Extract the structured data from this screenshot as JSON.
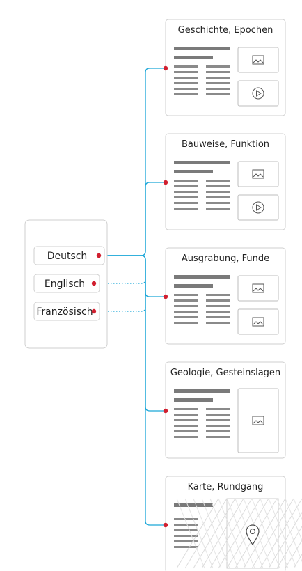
{
  "languages": [
    {
      "label": "Deutsch",
      "active": true
    },
    {
      "label": "Englisch",
      "active": false
    },
    {
      "label": "Französisch",
      "active": false
    }
  ],
  "cards": [
    {
      "title": "Geschichte, Epochen",
      "media": [
        "image-icon",
        "play-icon"
      ],
      "layout": "two-column"
    },
    {
      "title": "Bauweise, Funktion",
      "media": [
        "image-icon",
        "play-icon"
      ],
      "layout": "two-column"
    },
    {
      "title": "Ausgrabung, Funde",
      "media": [
        "image-icon",
        "image-icon"
      ],
      "layout": "two-column"
    },
    {
      "title": "Geologie, Gesteinslagen",
      "media": [
        "image-icon"
      ],
      "layout": "two-column-tall-media"
    },
    {
      "title": "Karte, Rundgang",
      "media": [
        "map-pin-icon"
      ],
      "layout": "one-column-map"
    }
  ],
  "colors": {
    "connector": "#1aa6d8",
    "dot": "#d11f2f",
    "card_border": "#cfcfcf",
    "text_lines": "#8a8a8a",
    "title_bar": "#7a7a7a"
  }
}
